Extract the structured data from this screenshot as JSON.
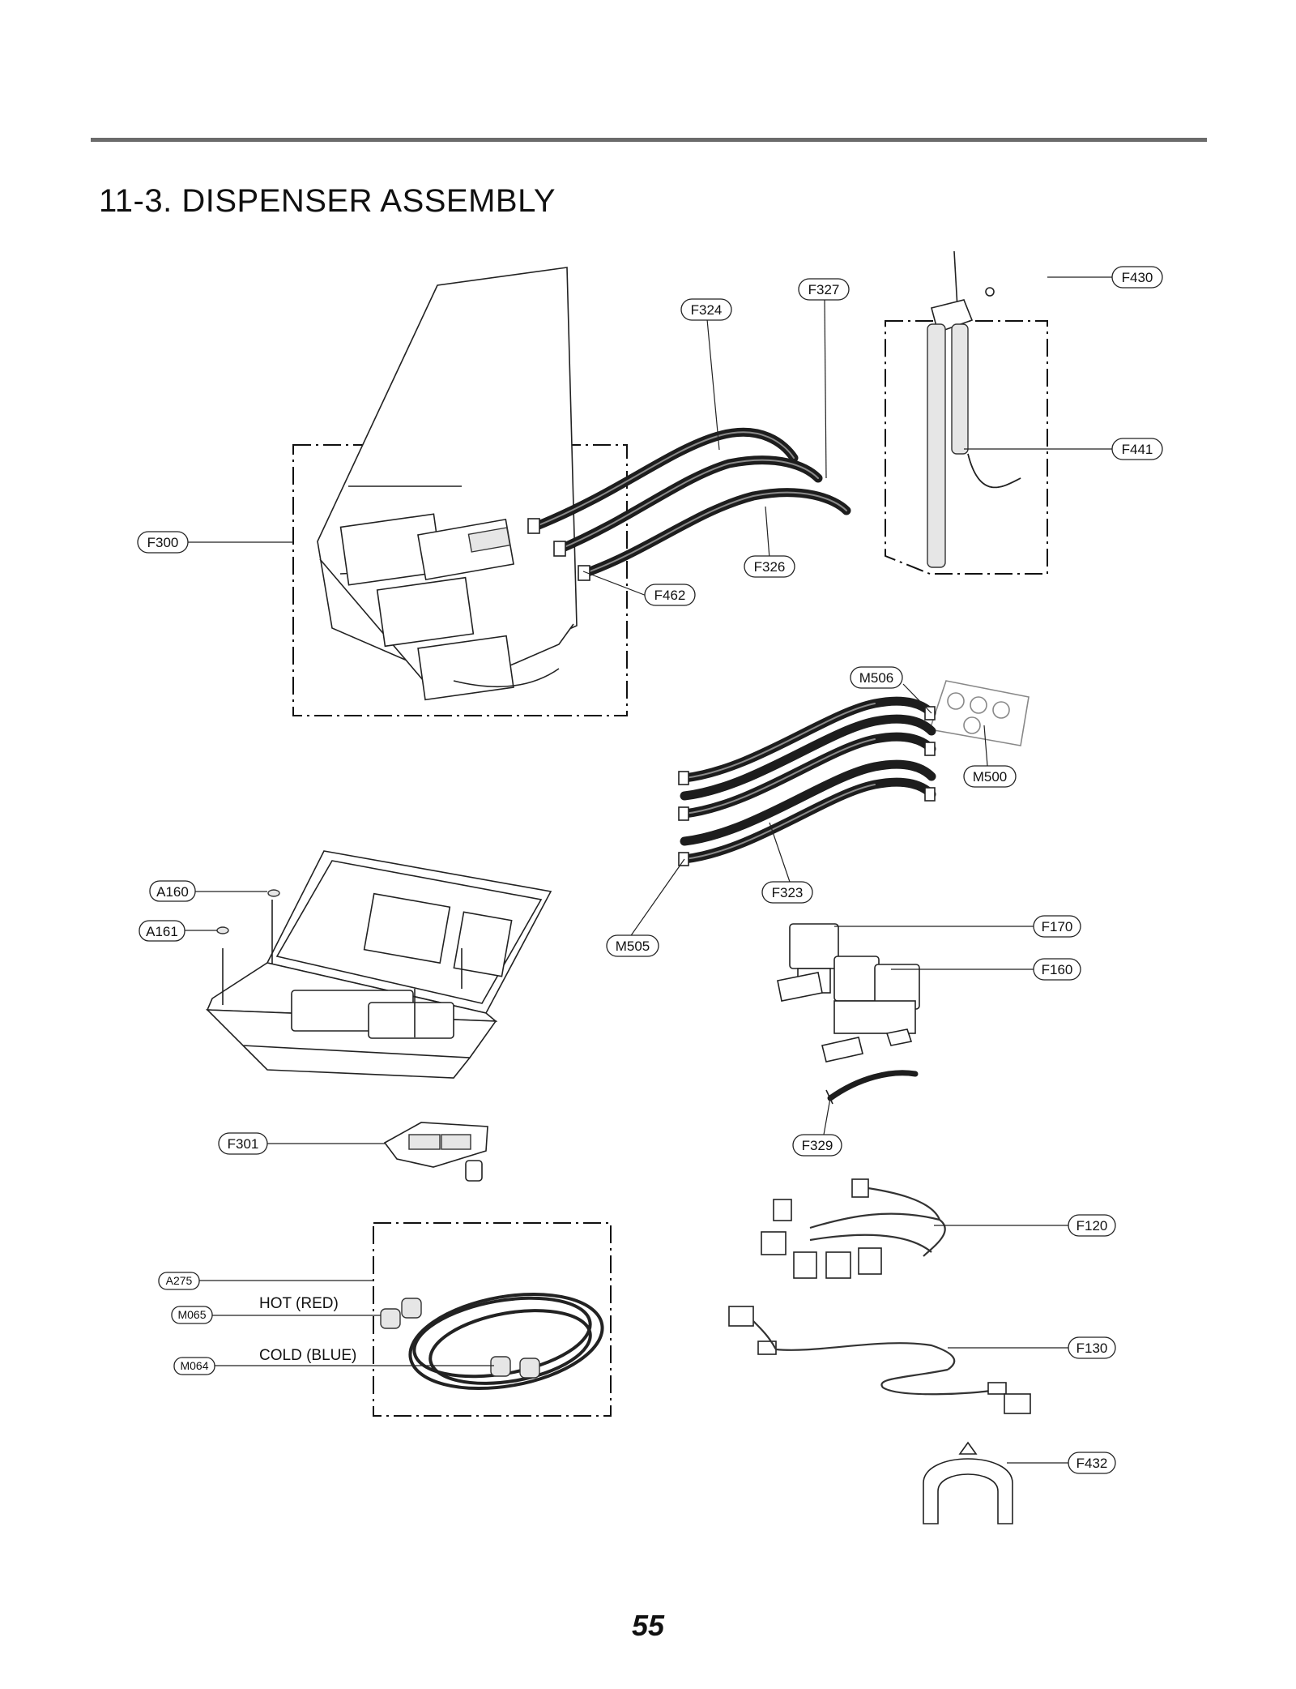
{
  "page": {
    "title": "11-3. DISPENSER ASSEMBLY",
    "page_number": "55"
  },
  "labels": {
    "F300": "F300",
    "F324": "F324",
    "F327": "F327",
    "F326": "F326",
    "F462": "F462",
    "F430": "F430",
    "F441": "F441",
    "M506": "M506",
    "M500": "M500",
    "F323": "F323",
    "M505": "M505",
    "A160": "A160",
    "A161": "A161",
    "F170": "F170",
    "F160": "F160",
    "F329": "F329",
    "F301": "F301",
    "F120": "F120",
    "A275": "A275",
    "M065": "M065",
    "M064": "M064",
    "F130": "F130",
    "F432": "F432"
  },
  "annotations": {
    "hot": "HOT (RED)",
    "cold": "COLD (BLUE)"
  }
}
